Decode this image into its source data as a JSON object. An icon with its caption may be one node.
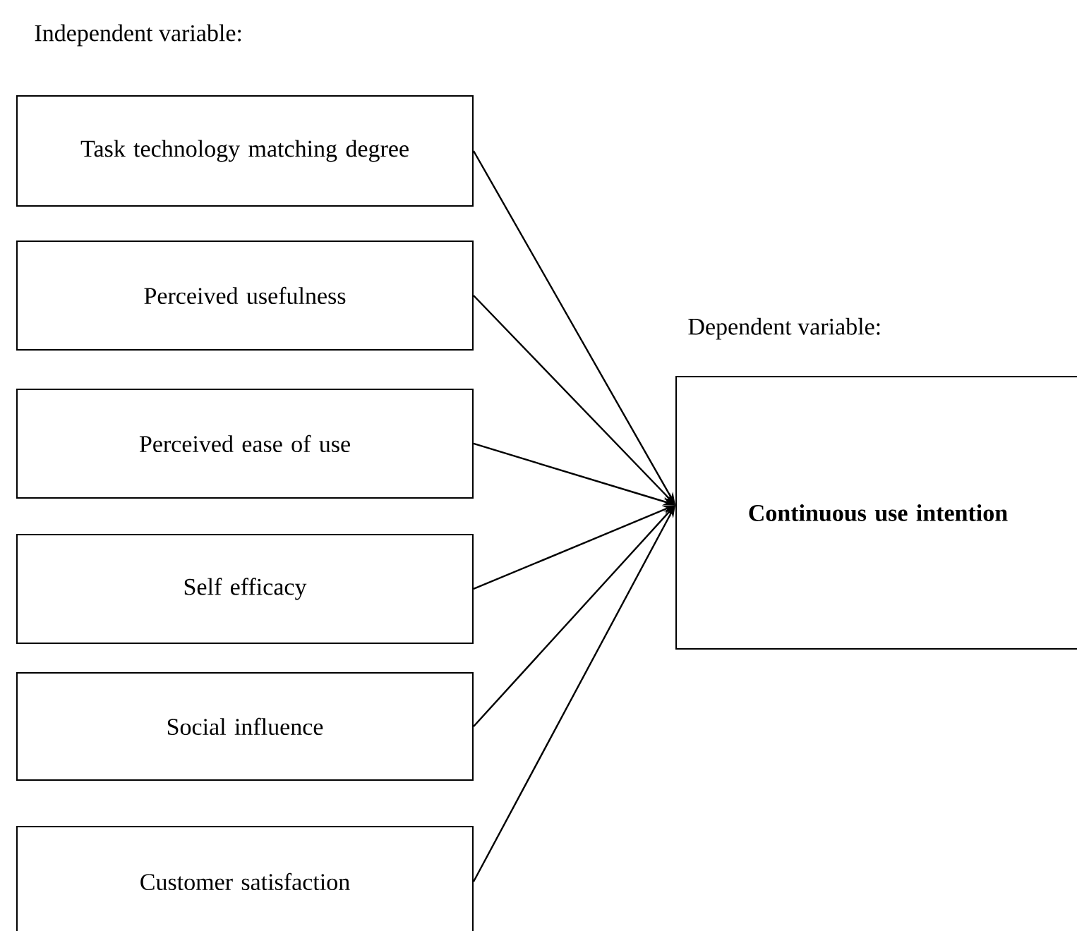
{
  "diagram": {
    "nodes": [
      {
        "text": [
          "Task technology matching degree"
        ]
      },
      {
        "text": [
          "Perceived usefulness"
        ]
      },
      {
        "text": [
          "Perceived ease of use"
        ]
      },
      {
        "text": [
          "Self efficacy"
        ]
      },
      {
        "text": [
          "Social influence"
        ]
      },
      {
        "text": [
          "Customer satisfaction"
        ]
      },
      {
        "text": [
          "Dependent variable:",
          "Continuous use intention"
        ]
      }
    ],
    "edges": [
      {
        "from": 0,
        "to": 6,
        "arrow": "to"
      },
      {
        "from": 1,
        "to": 6,
        "arrow": "to"
      },
      {
        "from": 2,
        "to": 6,
        "arrow": "to"
      },
      {
        "from": 3,
        "to": 6,
        "arrow": "to"
      },
      {
        "from": 4,
        "to": 6,
        "arrow": "to"
      },
      {
        "from": 5,
        "to": 6,
        "arrow": "to"
      }
    ],
    "labels": [
      "Independent variable:"
    ]
  }
}
